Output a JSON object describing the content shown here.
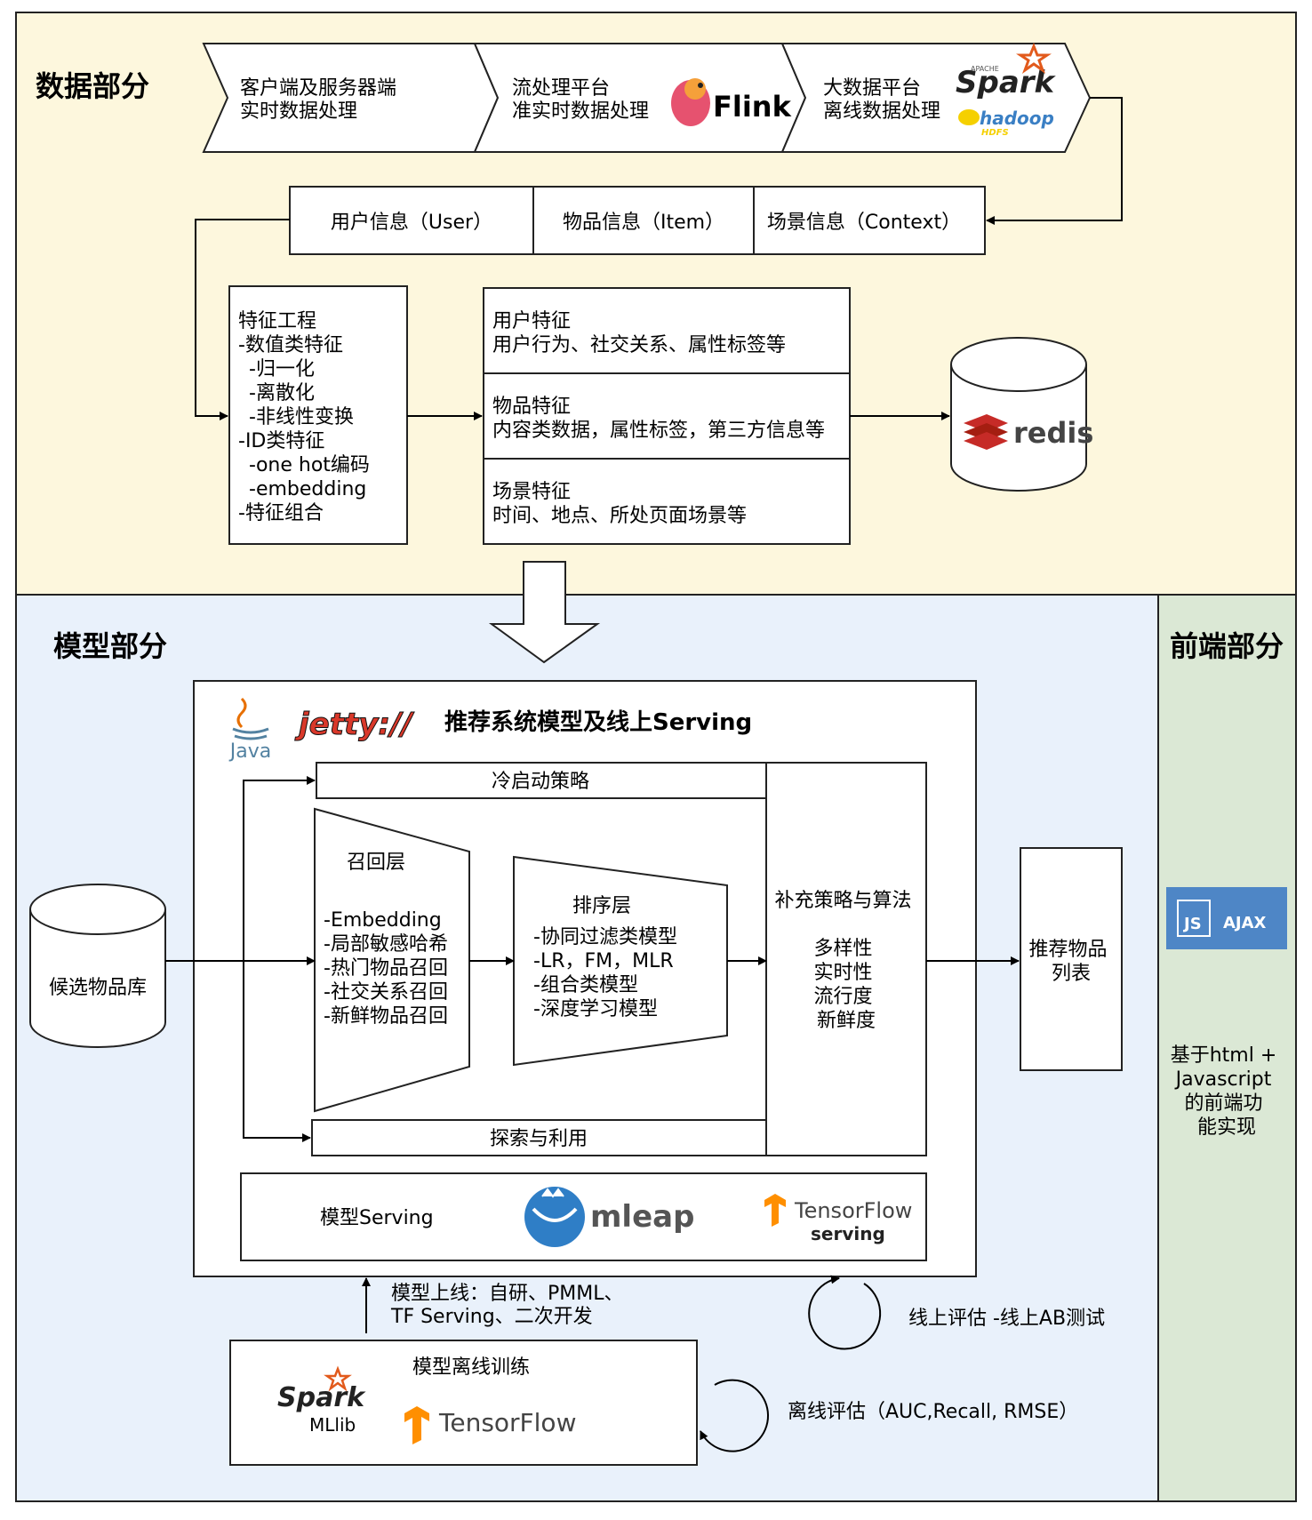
{
  "sections": {
    "data": {
      "title": "数据部分",
      "bg": "#fdf7dd"
    },
    "model": {
      "title": "模型部分",
      "bg": "#e9f1fb"
    },
    "frontend": {
      "title": "前端部分",
      "bg": "#dbe8d5"
    }
  },
  "pipeline": {
    "stage1": [
      "客户端及服务器端",
      "实时数据处理"
    ],
    "stage2": [
      "流处理平台",
      "准实时数据处理"
    ],
    "stage3": [
      "大数据平台",
      "离线数据处理"
    ],
    "flink_logo": "Flink",
    "spark_logo": {
      "small": "APACHE",
      "name": "Spark"
    },
    "hadoop_logo": {
      "name": "hadoop",
      "sub": "HDFS"
    }
  },
  "info": {
    "user": "用户信息（User）",
    "item": "物品信息（Item）",
    "context": "场景信息（Context）"
  },
  "feature_engineering": [
    "特征工程",
    "-数值类特征",
    "  -归一化",
    "  -离散化",
    "  -非线性变换",
    "-ID类特征",
    "  -one hot编码",
    "  -embedding",
    "-特征组合"
  ],
  "features": {
    "user": [
      "用户特征",
      "用户行为、社交关系、属性标签等"
    ],
    "item": [
      "物品特征",
      "内容类数据，属性标签，第三方信息等"
    ],
    "context": [
      "场景特征",
      "时间、地点、所处页面场景等"
    ]
  },
  "redis_logo": "redis",
  "serving_panel": {
    "title": "推荐系统模型及线上Serving",
    "java_logo": "Java",
    "jetty_logo": "jetty://",
    "cold_start": "冷启动策略",
    "recall": [
      "召回层",
      "-Embedding",
      "-局部敏感哈希",
      "-热门物品召回",
      "-社交关系召回",
      "-新鲜物品召回"
    ],
    "ranking": [
      "排序层",
      "-协同过滤类模型",
      "-LR，FM，MLR",
      "-组合类模型",
      "-深度学习模型"
    ],
    "supplement": [
      "补充策略与算法",
      "多样性",
      "实时性",
      "流行度",
      "新鲜度"
    ],
    "explore": "探索与利用",
    "model_serving": {
      "label": "模型Serving",
      "mleap": "mleap",
      "tf_name": "TensorFlow",
      "tf_sub": "serving"
    }
  },
  "candidate_db": "候选物品库",
  "result_list": [
    "推荐物品",
    "列表"
  ],
  "deploy_note": [
    "模型上线：自研、PMML、",
    "TF Serving、二次开发"
  ],
  "online_eval": "线上评估 -线上AB测试",
  "offline_training": {
    "title": "模型离线训练",
    "spark_name": "Spark",
    "spark_sub": "MLlib",
    "tf_name": "TensorFlow"
  },
  "offline_eval": "离线评估（AUC,Recall, RMSE）",
  "frontend_logos": {
    "js": "JS",
    "ajax": "AJAX"
  },
  "frontend_text": [
    "基于html +",
    "Javascript",
    "的前端功",
    "能实现"
  ]
}
